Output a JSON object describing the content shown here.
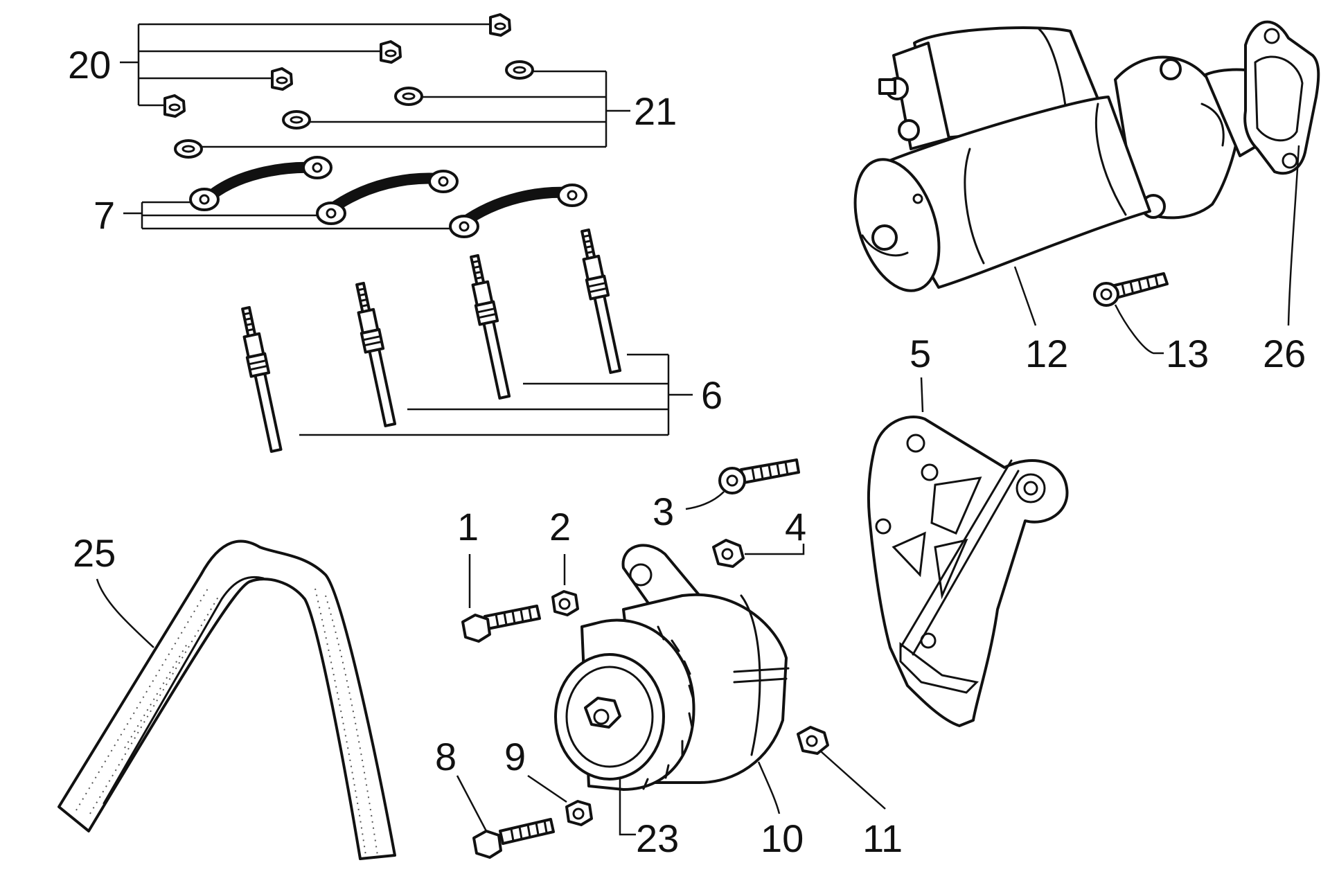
{
  "labels": {
    "l1": "1",
    "l2": "2",
    "l3": "3",
    "l4": "4",
    "l5": "5",
    "l6": "6",
    "l7": "7",
    "l8": "8",
    "l9": "9",
    "l10": "10",
    "l11": "11",
    "l12": "12",
    "l13": "13",
    "l20": "20",
    "l21": "21",
    "l23": "23",
    "l25": "25",
    "l26": "26"
  }
}
